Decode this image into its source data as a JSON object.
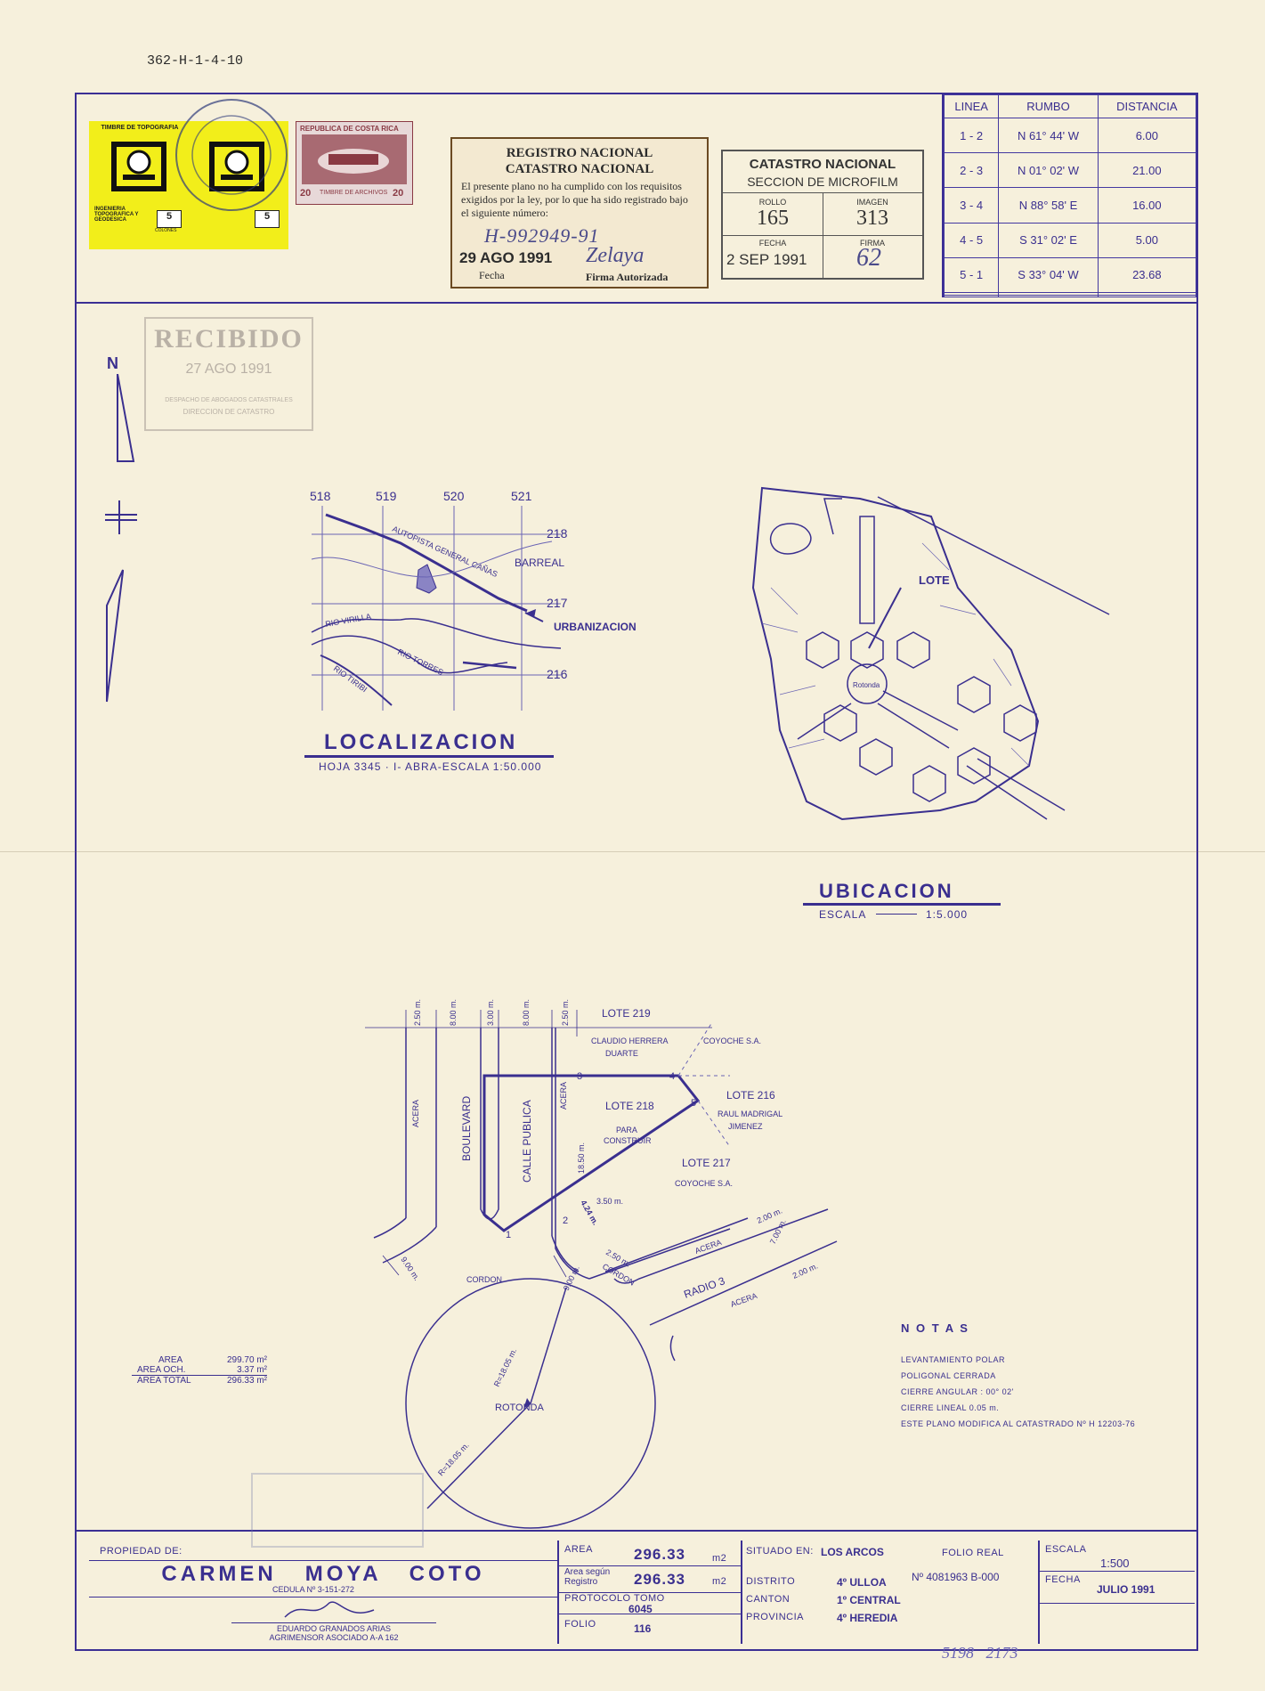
{
  "ref_code": "362-H-1-4-10",
  "stamps": {
    "timbre_label": "TIMBRE DE TOPOGRAFIA",
    "timbre_org": "INGENIERIA TOPOGRAFICA Y GEODESICA",
    "timbre_value": "5",
    "timbre_currency": "COLONES",
    "archivos_country": "REPUBLICA DE COSTA RICA",
    "archivos_label": "TIMBRE DE ARCHIVOS",
    "archivos_value": "20",
    "colors": {
      "yellow": "#f2ee1a",
      "maroon": "#8a3a44"
    }
  },
  "registro": {
    "title1": "REGISTRO NACIONAL",
    "title2": "CATASTRO NACIONAL",
    "body": "El presente plano no ha cumplido con los requisitos exigidos por la ley, por lo que ha sido registrado bajo el siguiente número:",
    "number": "H-992949-91",
    "date": "29 AGO 1991",
    "signature": "Zelaya",
    "fecha_label": "Fecha",
    "firma_label": "Firma Autorizada"
  },
  "microfilm": {
    "title1": "CATASTRO NACIONAL",
    "title2": "SECCION DE MICROFILM",
    "rollo_label": "ROLLO",
    "rollo": "165",
    "imagen_label": "IMAGEN",
    "imagen": "313",
    "fecha_label": "FECHA",
    "fecha": "2 SEP 1991",
    "firma_label": "FIRMA",
    "firma": "62"
  },
  "bearings": {
    "headers": [
      "LINEA",
      "RUMBO",
      "DISTANCIA"
    ],
    "rows": [
      [
        "1 - 2",
        "N 61° 44' W",
        "6.00"
      ],
      [
        "2 - 3",
        "N 01° 02' W",
        "21.00"
      ],
      [
        "3 - 4",
        "N 88° 58' E",
        "16.00"
      ],
      [
        "4 - 5",
        "S 31° 02' E",
        "5.00"
      ],
      [
        "5 - 1",
        "S 33° 04' W",
        "23.68"
      ]
    ]
  },
  "recibido": {
    "title": "RECIBIDO",
    "date": "27 AGO 1991",
    "line1": "DESPACHO DE ABOGADOS CATASTRALES",
    "line2": "DIRECCION DE CATASTRO"
  },
  "north": "N",
  "localizacion": {
    "title": "LOCALIZACION",
    "subtitle": "HOJA 3345 · I- ABRA-ESCALA 1:50.000",
    "coords_x": [
      "518",
      "519",
      "520",
      "521"
    ],
    "coords_y": [
      "218",
      "217",
      "216"
    ],
    "autopista": "AUTOPISTA GENERAL CAÑAS",
    "barreal": "BARREAL",
    "urbanizacion": "URBANIZACION",
    "rio_virilla": "RIO VIRILLA",
    "rio_torres": "RIO TORRES",
    "rio_tiribi": "RIO TIRIBI"
  },
  "ubicacion": {
    "title": "UBICACION",
    "escala_label": "ESCALA",
    "escala_value": "1:5.000",
    "lote_label": "LOTE",
    "rotonda": "Rotonda"
  },
  "plan": {
    "dims_top": [
      "2.50 m.",
      "8.00 m.",
      "3.00 m.",
      "8.00 m.",
      "2.50 m."
    ],
    "acera": "ACERA",
    "boulevard": "BOULEVARD",
    "calle_publica": "CALLE PUBLICA",
    "lote219": "LOTE 219",
    "lote219_owner1": "CLAUDIO HERRERA",
    "lote219_owner2": "DUARTE",
    "coyoche_top": "COYOCHE S.A.",
    "lote216": "LOTE 216",
    "lote216_owner1": "RAUL MADRIGAL",
    "lote216_owner2": "JIMENEZ",
    "lote218": "LOTE 218",
    "lote218_desc1": "PARA",
    "lote218_desc2": "CONSTRUIR",
    "lote217": "LOTE 217",
    "lote217_owner": "COYOCHE S.A.",
    "dim_1850": "18.50 m.",
    "dim_350": "3.50 m.",
    "dim_424": "4.24 m.",
    "dim_250": "2.50 m.",
    "dim_900a": "9.00 m.",
    "dim_900b": "9.00 m.",
    "dim_200a": "2.00 m.",
    "dim_700": "7.00 m.",
    "dim_200b": "2.00 m.",
    "cordon": "CORDON",
    "radio3": "RADIO 3",
    "rotonda": "ROTONDA",
    "radius1": "R=18.05 m.",
    "radius2": "R=18.05 m.",
    "pts": [
      "1",
      "2",
      "3",
      "4",
      "5"
    ]
  },
  "areas": {
    "area_label": "AREA",
    "area_value": "299.70 m²",
    "och_label": "AREA OCH.",
    "och_value": "3.37 m²",
    "total_label": "AREA TOTAL",
    "total_value": "296.33 m²"
  },
  "notas": {
    "title": "N O T A S",
    "lines": [
      "LEVANTAMIENTO POLAR",
      "POLIGONAL CERRADA",
      "CIERRE ANGULAR : 00° 02'",
      "CIERRE LINEAL  0.05 m.",
      "ESTE PLANO MODIFICA AL CATASTRADO Nº H 12203-76"
    ]
  },
  "title_block": {
    "propiedad_label": "PROPIEDAD DE:",
    "owner": "CARMEN   MOYA   COTO",
    "cedula": "CEDULA  Nº 3-151-272",
    "surveyor1": "EDUARDO  GRANADOS  ARIAS",
    "surveyor2": "AGRIMENSOR  ASOCIADO  A-A 162",
    "area_label": "AREA",
    "area_value": "296.33",
    "area_unit": "m2",
    "registro_label1": "Area según",
    "registro_label2": "Registro",
    "registro_value": "296.33",
    "registro_unit": "m2",
    "protocolo_label": "PROTOCOLO TOMO",
    "protocolo_value": "6045",
    "folio_label": "FOLIO",
    "folio_value": "116",
    "situado_label": "SITUADO EN:",
    "situado_value": "LOS ARCOS",
    "distrito_label": "DISTRITO",
    "distrito_value": "4º ULLOA",
    "canton_label": "CANTON",
    "canton_value": "1º CENTRAL",
    "provincia_label": "PROVINCIA",
    "provincia_value": "4º HEREDIA",
    "folio_real_label": "FOLIO REAL",
    "folio_real_value": "Nº  4081963 B-000",
    "escala_label": "ESCALA",
    "escala_value": "1:500",
    "fecha_label": "FECHA",
    "fecha_value": "JULIO 1991"
  },
  "footer_note": "5198   2173"
}
